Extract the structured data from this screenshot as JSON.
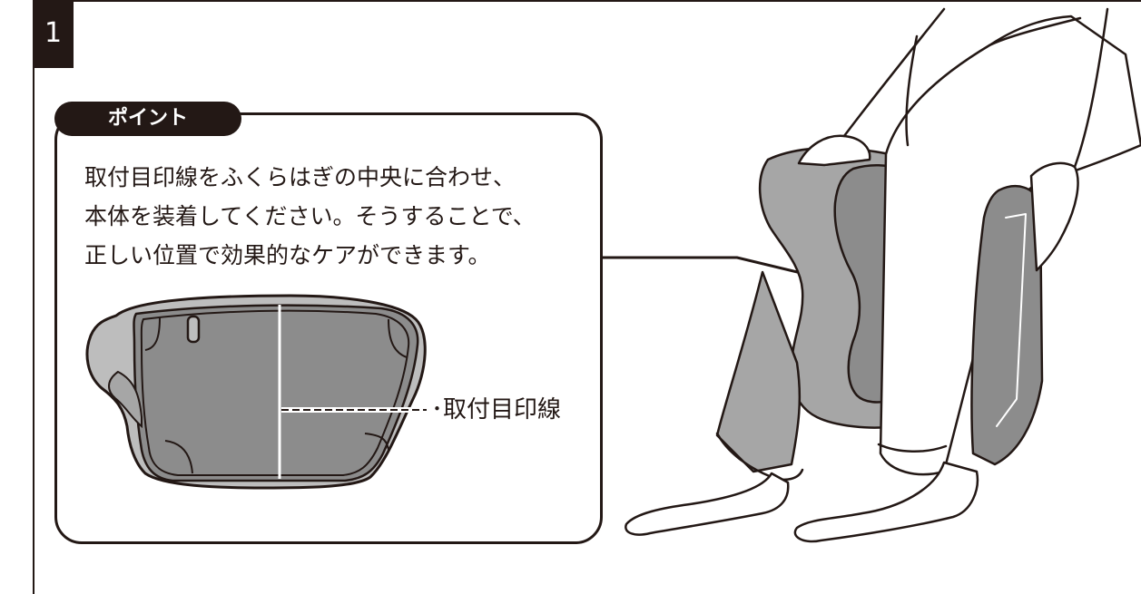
{
  "step": {
    "number": "1"
  },
  "point": {
    "tab_label": "ポイント",
    "lines": [
      "取付目印線をふくらはぎの中央に合わせ、",
      "本体を装着してください。そうすることで、",
      "正しい位置で効果的なケアができます。"
    ],
    "callout_label": "取付目印線"
  },
  "colors": {
    "ink": "#231815",
    "pad_dark": "#8c8c8c",
    "pad_mid": "#a6a6a6",
    "pad_light": "#bdbdbd"
  },
  "icons": [
    "leg-wrap-diagram",
    "leg-illustration"
  ]
}
